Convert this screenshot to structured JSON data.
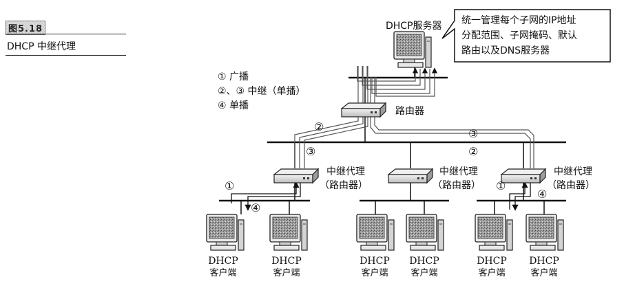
{
  "figure": {
    "number": "图5.18",
    "caption": "DHCP 中继代理"
  },
  "server": {
    "label": "DHCP服务器",
    "callout_lines": [
      "统一管理每个子网的IP地址",
      "分配范围、子网掩码、默认",
      "路由以及DNS服务器"
    ]
  },
  "legend": {
    "lines": [
      "① 广播",
      "②、③ 中继（单播）",
      "④ 单播"
    ]
  },
  "router": {
    "label": "路由器"
  },
  "relay_agents": [
    {
      "line1": "中继代理",
      "line2": "（路由器）"
    },
    {
      "line1": "中继代理",
      "line2": "（路由器）"
    },
    {
      "line1": "中继代理",
      "line2": "（路由器）"
    }
  ],
  "clients": [
    {
      "line1": "DHCP",
      "line2": "客户端"
    },
    {
      "line1": "DHCP",
      "line2": "客户端"
    },
    {
      "line1": "DHCP",
      "line2": "客户端"
    },
    {
      "line1": "DHCP",
      "line2": "客户端"
    },
    {
      "line1": "DHCP",
      "line2": "客户端"
    },
    {
      "line1": "DHCP",
      "line2": "客户端"
    }
  ],
  "step_markers": {
    "one": "①",
    "two": "②",
    "three": "③",
    "four": "④"
  }
}
